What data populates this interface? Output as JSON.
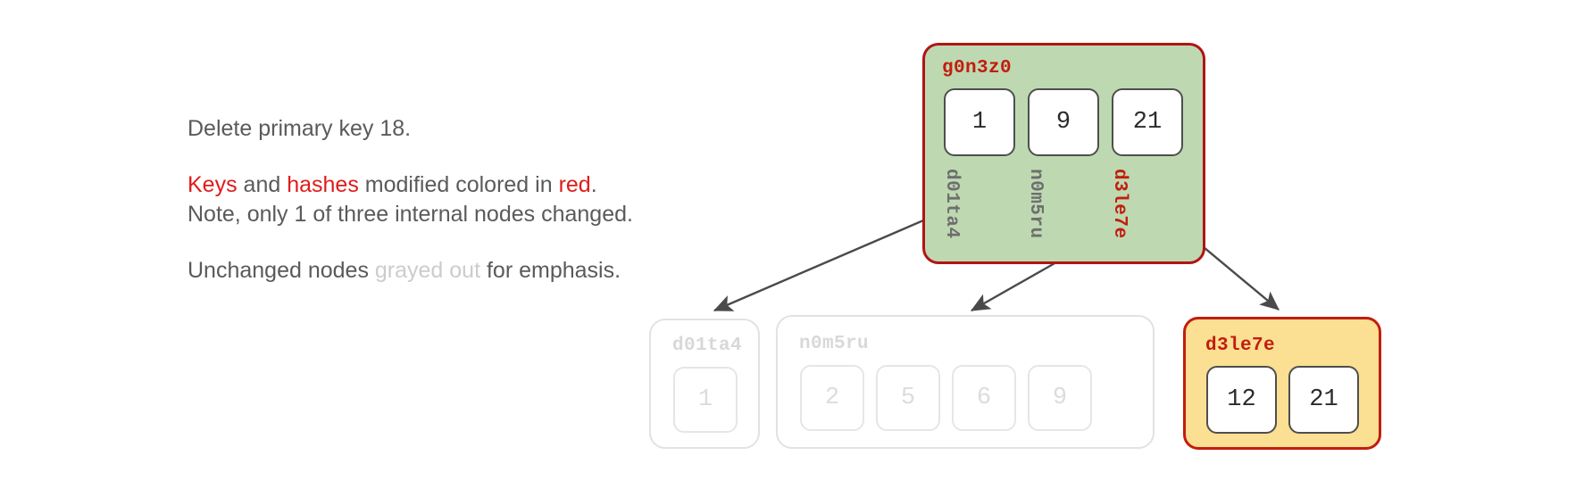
{
  "colors": {
    "modified_red": "#c21d0f",
    "text_red": "#e01b1b",
    "grayed": "#d8d8d8",
    "body_text": "#5a5a5a",
    "root_fill": "#bed9b1",
    "modified_leaf_fill": "#fbdf92",
    "edge": "#4a4a4a"
  },
  "caption": {
    "line1": "Delete primary key 18.",
    "para2": {
      "seg1": "Keys",
      "seg2": " and ",
      "seg3": "hashes",
      "seg4": " modified colored in ",
      "seg5": "red",
      "seg6": ". Note, only 1 of three internal nodes changed."
    },
    "para3": {
      "seg1": "Unchanged nodes ",
      "seg2": "grayed out",
      "seg3": " for emphasis."
    }
  },
  "tree": {
    "root": {
      "hash": "g0n3z0",
      "state": "modified",
      "keys": [
        "1",
        "9",
        "21"
      ],
      "child_hashes": [
        {
          "text": "d01ta4",
          "state": "unchanged"
        },
        {
          "text": "n0m5ru",
          "state": "unchanged"
        },
        {
          "text": "d3le7e",
          "state": "modified"
        }
      ]
    },
    "leaves": [
      {
        "hash": "d01ta4",
        "state": "unchanged",
        "keys": [
          "1"
        ]
      },
      {
        "hash": "n0m5ru",
        "state": "unchanged",
        "keys": [
          "2",
          "5",
          "6",
          "9"
        ]
      },
      {
        "hash": "d3le7e",
        "state": "modified",
        "keys": [
          "12",
          "21"
        ]
      }
    ]
  },
  "edges": [
    {
      "from": "root-child-0",
      "to": "leaf-d01ta4"
    },
    {
      "from": "root-child-1",
      "to": "leaf-n0m5ru"
    },
    {
      "from": "root-child-2",
      "to": "leaf-d3le7e"
    }
  ]
}
